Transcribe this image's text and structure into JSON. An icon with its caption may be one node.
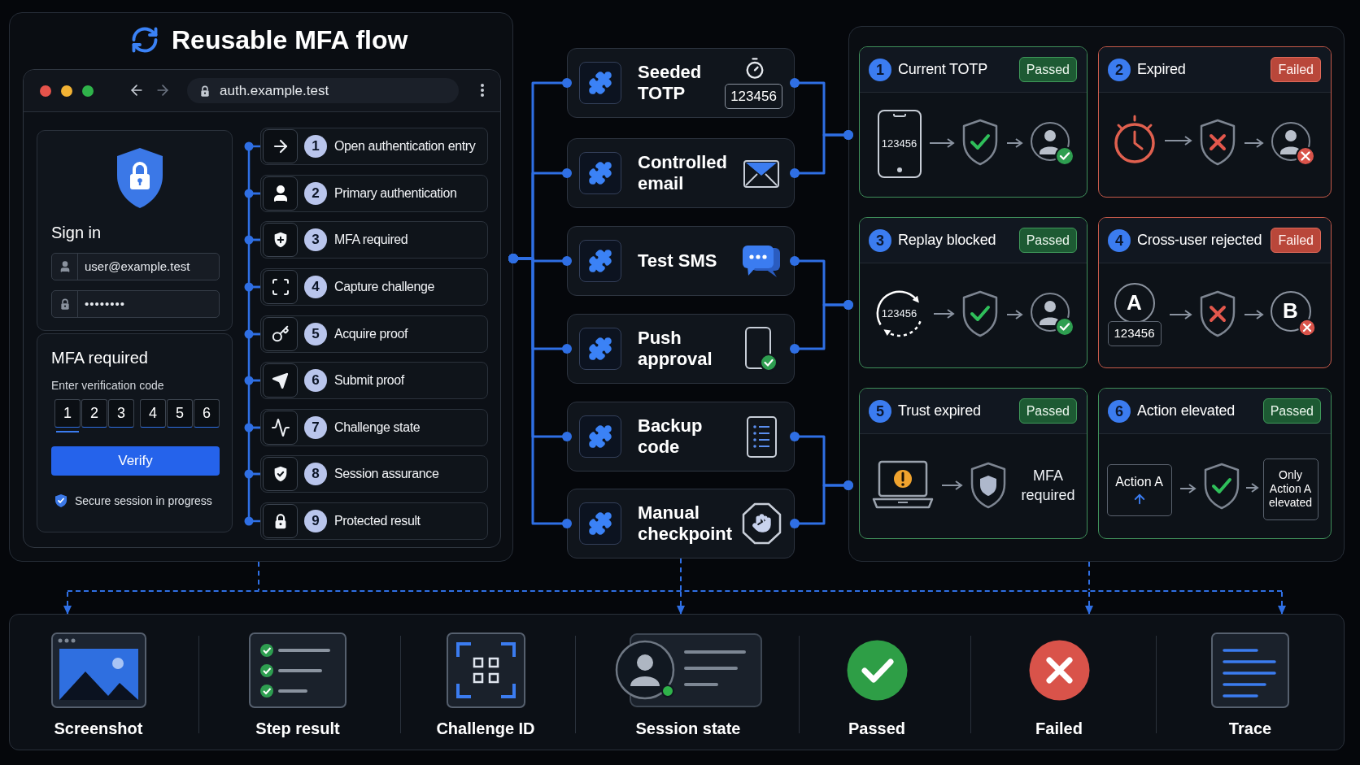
{
  "diagram": {
    "title": "Reusable MFA flow",
    "nodes": [
      {
        "text": [],
        "shape": "box"
      },
      {
        "text": [
          "auth.example.test"
        ],
        "in": 0
      },
      {
        "text": [
          "Sign in",
          "user@example.test",
          "••••••••"
        ],
        "in": 1
      },
      {
        "text": [
          "MFA required",
          "Enter verification code",
          "1",
          "2",
          "3",
          "4",
          "5",
          "6",
          "Verify",
          "Secure session in progress"
        ],
        "in": 1
      },
      {
        "text": [
          "1",
          "Open authentication entry"
        ],
        "in": 1
      },
      {
        "text": [
          "2",
          "Primary authentication"
        ],
        "in": 1
      },
      {
        "text": [
          "3",
          "MFA required"
        ],
        "in": 1
      },
      {
        "text": [
          "4",
          "Capture challenge"
        ],
        "in": 1
      },
      {
        "text": [
          "5",
          "Acquire proof"
        ],
        "in": 1
      },
      {
        "text": [
          "6",
          "Submit proof"
        ],
        "in": 1
      },
      {
        "text": [
          "7",
          "Challenge state"
        ],
        "in": 1
      },
      {
        "text": [
          "8",
          "Session assurance"
        ],
        "in": 1
      },
      {
        "text": [
          "9",
          "Protected result"
        ],
        "in": 1
      },
      {
        "text": [
          "Seeded TOTP",
          "123456"
        ]
      },
      {
        "text": [
          "Controlled email"
        ]
      },
      {
        "text": [
          "Test SMS"
        ]
      },
      {
        "text": [
          "Push approval"
        ]
      },
      {
        "text": [
          "Backup code"
        ]
      },
      {
        "text": [
          "Manual checkpoint"
        ]
      },
      {
        "text": [],
        "shape": "box"
      },
      {
        "text": [
          "1",
          "Current TOTP",
          "Passed"
        ],
        "in": 19
      },
      {
        "text": [
          "123456"
        ],
        "in": 20
      },
      {
        "text": [],
        "shape": "picture",
        "in": 20
      },
      {
        "text": [],
        "shape": "person",
        "in": 20
      },
      {
        "text": [
          "2",
          "Expired",
          "Failed"
        ],
        "in": 19
      },
      {
        "text": [],
        "shape": "picture",
        "in": 24
      },
      {
        "text": [],
        "shape": "picture",
        "in": 24
      },
      {
        "text": [],
        "shape": "person",
        "in": 24
      },
      {
        "text": [
          "3",
          "Replay blocked",
          "Passed"
        ],
        "in": 19
      },
      {
        "text": [
          "123456"
        ],
        "in": 28
      },
      {
        "text": [],
        "shape": "picture",
        "in": 28
      },
      {
        "text": [],
        "shape": "person",
        "in": 28
      },
      {
        "text": [
          "4",
          "Cross-user rejected",
          "Failed"
        ],
        "in": 19
      },
      {
        "text": [
          "A",
          "123456"
        ],
        "in": 32
      },
      {
        "text": [],
        "shape": "picture",
        "in": 32
      },
      {
        "text": [
          "B"
        ],
        "in": 32
      },
      {
        "text": [
          "5",
          "Trust expired",
          "Passed"
        ],
        "in": 19
      },
      {
        "text": [],
        "shape": "picture",
        "in": 36
      },
      {
        "text": [],
        "shape": "picture",
        "in": 36
      },
      {
        "text": [
          "MFA required"
        ],
        "in": 36
      },
      {
        "text": [
          "6",
          "Action elevated",
          "Passed"
        ],
        "in": 19
      },
      {
        "text": [
          "Action A"
        ],
        "in": 40
      },
      {
        "text": [],
        "shape": "picture",
        "in": 40
      },
      {
        "text": [
          "Only Action A elevated"
        ],
        "in": 40
      },
      {
        "text": [],
        "shape": "bar"
      },
      {
        "text": [
          "Screenshot",
          "Step result",
          "Challenge ID",
          "Session state",
          "Passed",
          "Failed",
          "Trace"
        ]
      }
    ],
    "edges": [
      {
        "from": 0,
        "to": 13,
        "arrow": "other"
      },
      {
        "from": 0,
        "to": 14,
        "arrow": "other"
      },
      {
        "from": 0,
        "to": 15,
        "arrow": "other"
      },
      {
        "from": 0,
        "to": 16,
        "arrow": "other"
      },
      {
        "from": 0,
        "to": 17,
        "arrow": "other"
      },
      {
        "from": 0,
        "to": 18,
        "arrow": "other"
      },
      {
        "from": 13,
        "to": 19,
        "arrow": "other"
      },
      {
        "from": 14,
        "to": 19,
        "arrow": "other"
      },
      {
        "from": 15,
        "to": 19,
        "arrow": "other"
      },
      {
        "from": 16,
        "to": 19,
        "arrow": "other"
      },
      {
        "from": 17,
        "to": 19,
        "arrow": "other"
      },
      {
        "from": 18,
        "to": 19,
        "arrow": "other"
      },
      {
        "from": 21,
        "to": 22,
        "arrow": "to",
        "color": "#8a93a0"
      },
      {
        "from": 22,
        "to": 23,
        "arrow": "to",
        "color": "#8a93a0"
      },
      {
        "from": 25,
        "to": 26,
        "arrow": "to",
        "color": "#8a93a0"
      },
      {
        "from": 26,
        "to": 27,
        "arrow": "to",
        "color": "#8a93a0"
      },
      {
        "from": 29,
        "to": 30,
        "arrow": "to",
        "color": "#8a93a0"
      },
      {
        "from": 30,
        "to": 31,
        "arrow": "to",
        "color": "#8a93a0"
      },
      {
        "from": 33,
        "to": 34,
        "arrow": "to",
        "color": "#8a93a0"
      },
      {
        "from": 34,
        "to": 35,
        "arrow": "to",
        "color": "#8a93a0"
      },
      {
        "from": 37,
        "to": 38,
        "arrow": "to",
        "color": "#8a93a0"
      },
      {
        "from": 41,
        "to": 42,
        "arrow": "to",
        "color": "#8a93a0"
      },
      {
        "from": 42,
        "to": 43,
        "arrow": "to",
        "color": "#8a93a0"
      },
      {
        "from": 4,
        "to": 5,
        "arrow": "none"
      },
      {
        "from": 5,
        "to": 6,
        "arrow": "none"
      },
      {
        "from": 6,
        "to": 7,
        "arrow": "none"
      },
      {
        "from": 7,
        "to": 8,
        "arrow": "none"
      },
      {
        "from": 8,
        "to": 9,
        "arrow": "none"
      },
      {
        "from": 9,
        "to": 10,
        "arrow": "none"
      },
      {
        "from": 10,
        "to": 11,
        "arrow": "none"
      },
      {
        "from": 11,
        "to": 12,
        "arrow": "none"
      },
      {
        "from": 0,
        "to": 44,
        "arrow": "none",
        "style": "dashed"
      },
      {
        "from": 18,
        "to": 44,
        "arrow": "none",
        "style": "dashed"
      },
      {
        "from": 19,
        "to": 44,
        "arrow": "none",
        "style": "dashed"
      },
      {
        "from": 44,
        "to": 45,
        "arrow": "to",
        "style": "dashed"
      },
      {
        "from": 44,
        "to": 45,
        "arrow": "to",
        "style": "dashed"
      },
      {
        "from": 44,
        "to": 45,
        "arrow": "to",
        "style": "dashed"
      },
      {
        "from": 44,
        "to": 45,
        "arrow": "to",
        "style": "dashed"
      }
    ]
  }
}
